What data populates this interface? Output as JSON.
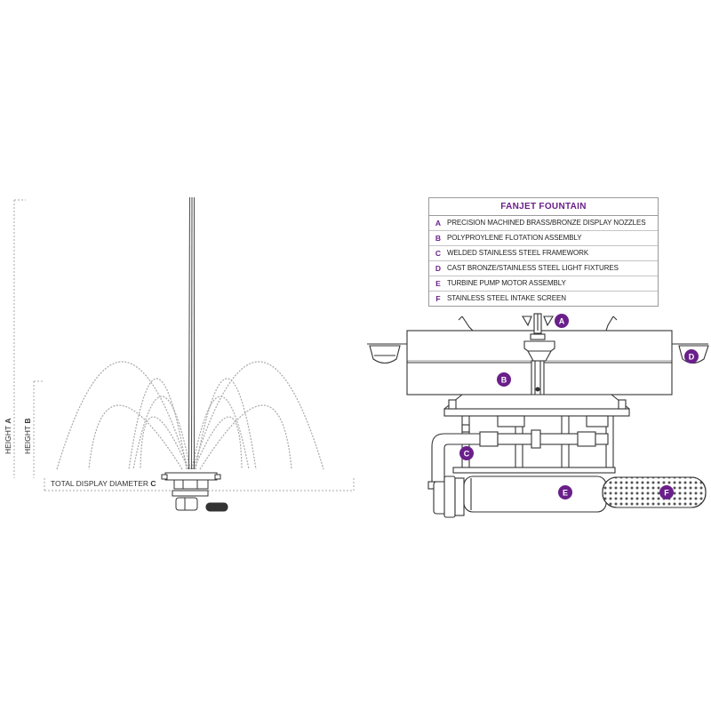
{
  "legend": {
    "title": "FANJET FOUNTAIN",
    "items": [
      {
        "letter": "A",
        "text": "PRECISION MACHINED BRASS/BRONZE DISPLAY  NOZZLES"
      },
      {
        "letter": "B",
        "text": "POLYPROYLENE FLOTATION ASSEMBLY"
      },
      {
        "letter": "C",
        "text": "WELDED STAINLESS STEEL FRAMEWORK"
      },
      {
        "letter": "D",
        "text": "CAST BRONZE/STAINLESS STEEL LIGHT FIXTURES"
      },
      {
        "letter": "E",
        "text": "TURBINE PUMP MOTOR ASSEMBLY"
      },
      {
        "letter": "F",
        "text": "STAINLESS STEEL INTAKE SCREEN"
      }
    ]
  },
  "dimensions": {
    "height_a_text": "HEIGHT ",
    "height_a_letter": "A",
    "height_b_text": "HEIGHT ",
    "height_b_letter": "B",
    "diameter_text": "TOTAL DISPLAY DIAMETER ",
    "diameter_letter": "C"
  },
  "callouts": {
    "a": "A",
    "b": "B",
    "c": "C",
    "d": "D",
    "e": "E",
    "f": "F"
  },
  "colors": {
    "accent": "#6a1f8a",
    "line": "#333333",
    "spray": "#9a9a9a",
    "dim": "#aaaaaa"
  }
}
